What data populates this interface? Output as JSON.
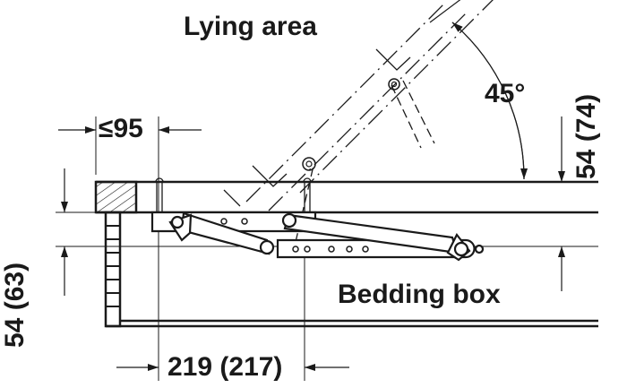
{
  "labels": {
    "lying_area": "Lying area",
    "bedding_box": "Bedding box",
    "angle": "45°",
    "width_max": "≤95",
    "height_top": "54 (74)",
    "height_left": "54 (63)",
    "pivot_distance": "219 (217)"
  },
  "colors": {
    "line": "#1a1a1a",
    "background": "#ffffff"
  }
}
